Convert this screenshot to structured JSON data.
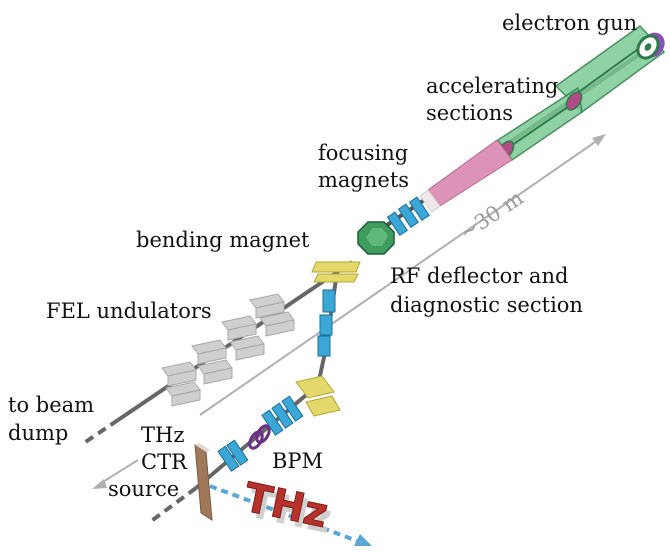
{
  "labels": {
    "electron_gun": "electron gun",
    "accelerating_1": "accelerating",
    "accelerating_2": "sections",
    "focusing_1": "focusing",
    "focusing_2": "magnets",
    "bending_magnet": "bending magnet",
    "rf_1": "RF deflector and",
    "rf_2": "diagnostic section",
    "fel_undulators": "FEL undulators",
    "beam_dump_1": "to beam",
    "beam_dump_2": "dump",
    "thz_1": "THz",
    "thz_2": "CTR",
    "thz_3": "source",
    "bpm": "BPM",
    "distance": "~30 m",
    "thz_emblem": "THz"
  },
  "colors": {
    "linac_green": "#6cbf85",
    "linac_dark": "#2e7a4a",
    "gun_purple": "#8a4fb8",
    "pink_section": "#d98ab0",
    "quad_blue": "#3aa7d6",
    "bend_yellow": "#e3d96a",
    "undulator_grey": "#c8c8c8",
    "beamline": "#666666",
    "thz_red": "#b8322c",
    "thz_arrow_blue": "#5aa6d6",
    "screen_brown": "#a0795a"
  }
}
